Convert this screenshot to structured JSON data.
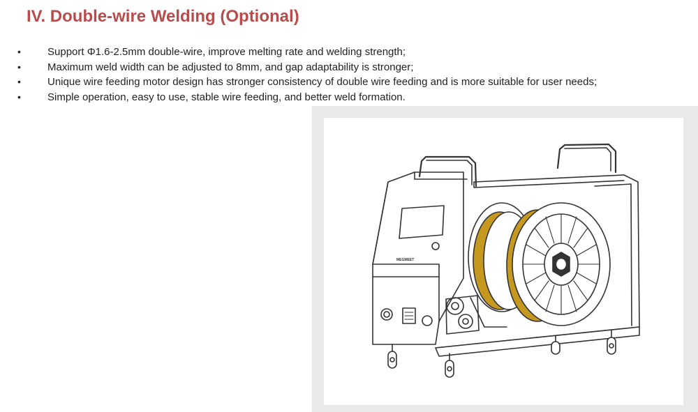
{
  "section": {
    "title": "IV. Double-wire Welding (Optional)"
  },
  "features": [
    "Support Φ1.6-2.5mm double-wire, improve melting rate and welding strength;",
    "Maximum weld width can be adjusted to 8mm, and gap adaptability is stronger;",
    "Unique wire feeding motor design has stronger consistency of double wire feeding and is more suitable for user needs;",
    "Simple operation, easy to use, stable wire feeding, and better weld formation."
  ],
  "figure": {
    "brand_label": "MEGMEET",
    "colors": {
      "wire_spool": "#c59820",
      "outline": "#333333",
      "frame_bg": "#e9e9e9",
      "title": "#b84c4c"
    }
  }
}
